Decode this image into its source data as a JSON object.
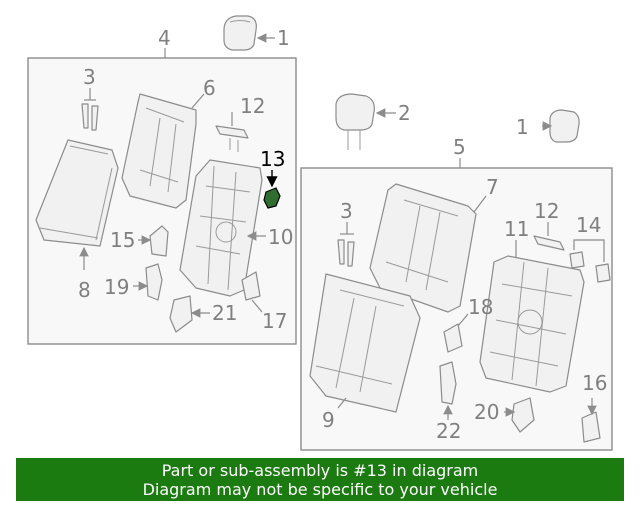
{
  "diagram": {
    "callouts": {
      "c1a": "1",
      "c1b": "1",
      "c2": "2",
      "c3a": "3",
      "c3b": "3",
      "c4": "4",
      "c5": "5",
      "c6": "6",
      "c7": "7",
      "c8": "8",
      "c9": "9",
      "c10": "10",
      "c11": "11",
      "c12a": "12",
      "c12b": "12",
      "c13": "13",
      "c14": "14",
      "c15": "15",
      "c16": "16",
      "c17": "17",
      "c18": "18",
      "c19": "19",
      "c20": "20",
      "c21": "21",
      "c22": "22"
    },
    "highlight_callout": "13",
    "highlight_color": "#000000",
    "line_color": "#8c8c8c"
  },
  "banner": {
    "line1": "Part or sub-assembly is #13 in diagram",
    "line2": "Diagram may not be specific to your vehicle",
    "background": "#1b7a10",
    "text_color": "#ffffff"
  }
}
